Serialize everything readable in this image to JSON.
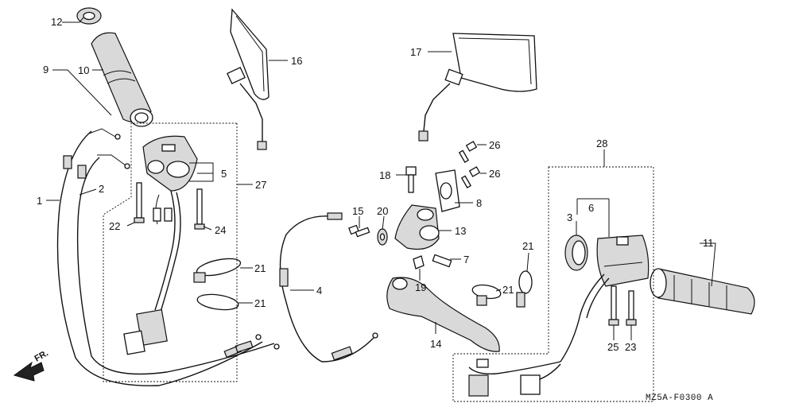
{
  "diagram_code": "MZ5A-F0300 A",
  "direction_label": "FR.",
  "callouts": [
    {
      "id": "c12",
      "text": "12"
    },
    {
      "id": "c9",
      "text": "9"
    },
    {
      "id": "c10",
      "text": "10"
    },
    {
      "id": "c16",
      "text": "16"
    },
    {
      "id": "c17",
      "text": "17"
    },
    {
      "id": "c26a",
      "text": "26"
    },
    {
      "id": "c26b",
      "text": "26"
    },
    {
      "id": "c18",
      "text": "18"
    },
    {
      "id": "c8",
      "text": "8"
    },
    {
      "id": "c28",
      "text": "28"
    },
    {
      "id": "c5",
      "text": "5"
    },
    {
      "id": "c27",
      "text": "27"
    },
    {
      "id": "c1",
      "text": "1"
    },
    {
      "id": "c2",
      "text": "2"
    },
    {
      "id": "c22",
      "text": "22"
    },
    {
      "id": "c24",
      "text": "24"
    },
    {
      "id": "c15",
      "text": "15"
    },
    {
      "id": "c20",
      "text": "20"
    },
    {
      "id": "c13",
      "text": "13"
    },
    {
      "id": "c6",
      "text": "6"
    },
    {
      "id": "c3",
      "text": "3"
    },
    {
      "id": "c11",
      "text": "11"
    },
    {
      "id": "c21a",
      "text": "21"
    },
    {
      "id": "c21b",
      "text": "21"
    },
    {
      "id": "c21c",
      "text": "21"
    },
    {
      "id": "c21d",
      "text": "21"
    },
    {
      "id": "c7",
      "text": "7"
    },
    {
      "id": "c19",
      "text": "19"
    },
    {
      "id": "c4",
      "text": "4"
    },
    {
      "id": "c14",
      "text": "14"
    },
    {
      "id": "c25",
      "text": "25"
    },
    {
      "id": "c23",
      "text": "23"
    }
  ]
}
